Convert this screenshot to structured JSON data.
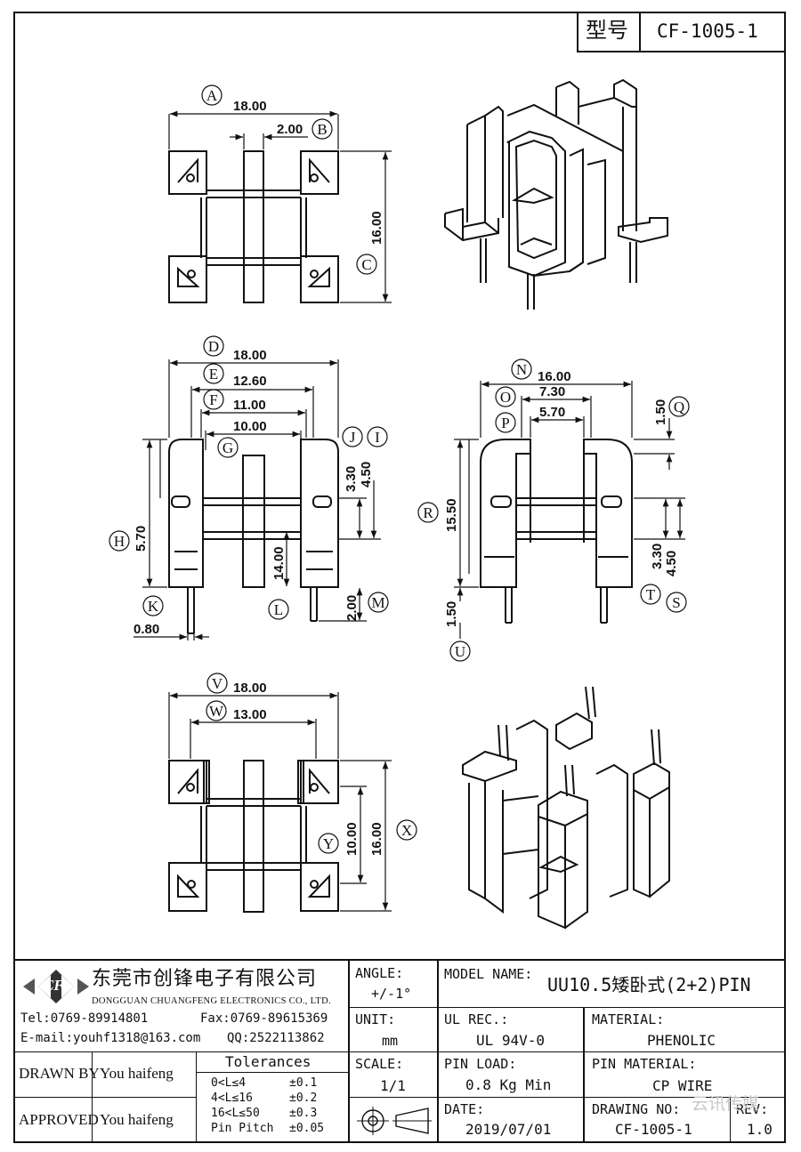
{
  "header": {
    "label": "型号",
    "model": "CF-1005-1"
  },
  "dims": {
    "A": {
      "letter": "A",
      "value": "18.00"
    },
    "B": {
      "letter": "B",
      "value": "2.00"
    },
    "C": {
      "letter": "C",
      "value": "16.00"
    },
    "D": {
      "letter": "D",
      "value": "18.00"
    },
    "E": {
      "letter": "E",
      "value": "12.60"
    },
    "F": {
      "letter": "F",
      "value": "11.00"
    },
    "G": {
      "letter": "G",
      "value": "10.00"
    },
    "H": {
      "letter": "H",
      "value": "5.70"
    },
    "I": {
      "letter": "I",
      "value": "4.50"
    },
    "J": {
      "letter": "J",
      "value": "3.30"
    },
    "K": {
      "letter": "K",
      "value": "0.80"
    },
    "L": {
      "letter": "L",
      "value": "14.00"
    },
    "M": {
      "letter": "M",
      "value": "2.00"
    },
    "N": {
      "letter": "N",
      "value": "16.00"
    },
    "O": {
      "letter": "O",
      "value": "7.30"
    },
    "P": {
      "letter": "P",
      "value": "5.70"
    },
    "Q": {
      "letter": "Q",
      "value": "1.50"
    },
    "R": {
      "letter": "R",
      "value": "15.50"
    },
    "S": {
      "letter": "S",
      "value": "4.50"
    },
    "T": {
      "letter": "T",
      "value": "3.30"
    },
    "U": {
      "letter": "U",
      "value": "1.50"
    },
    "V": {
      "letter": "V",
      "value": "18.00"
    },
    "W": {
      "letter": "W",
      "value": "13.00"
    },
    "X": {
      "letter": "X",
      "value": "16.00"
    },
    "Y": {
      "letter": "Y",
      "value": "10.00"
    }
  },
  "title_block": {
    "logo_text": "CF",
    "company_cn": "东莞市创锋电子有限公司",
    "company_en": "DONGGUAN CHUANGFENG ELECTRONICS CO., LTD.",
    "tel": "Tel:0769-89914801",
    "fax": "Fax:0769-89615369",
    "email": "E-mail:youhf1318@163.com",
    "qq": "QQ:2522113862",
    "angle_label": "ANGLE:",
    "angle_value": "+/-1°",
    "model_name_label": "MODEL NAME:",
    "model_name_value": "UU10.5矮卧式(2+2)PIN",
    "unit_label": "UNIT:",
    "unit_value": "mm",
    "ul_label": "UL REC.:",
    "ul_value": "UL 94V-0",
    "material_label": "MATERIAL:",
    "material_value": "PHENOLIC",
    "drawn_by_label": "DRAWN BY",
    "drawn_by_value": "You haifeng",
    "approved_label": "APPROVED",
    "approved_value": "You haifeng",
    "tolerances_label": "Tolerances",
    "tol_rows": [
      {
        "range": "0<L≤4",
        "tol": "±0.1"
      },
      {
        "range": "4<L≤16",
        "tol": "±0.2"
      },
      {
        "range": "16<L≤50",
        "tol": "±0.3"
      },
      {
        "range": "Pin Pitch",
        "tol": "±0.05"
      }
    ],
    "scale_label": "SCALE:",
    "scale_value": "1/1",
    "pin_load_label": "PIN LOAD:",
    "pin_load_value": "0.8 Kg Min",
    "pin_material_label": "PIN MATERIAL:",
    "pin_material_value": "CP WIRE",
    "date_label": "DATE:",
    "date_value": "2019/07/01",
    "drawing_no_label": "DRAWING NO:",
    "drawing_no_value": "CF-1005-1",
    "rev_label": "REV:",
    "rev_value": "1.0",
    "watermark": "云讯传媒"
  }
}
